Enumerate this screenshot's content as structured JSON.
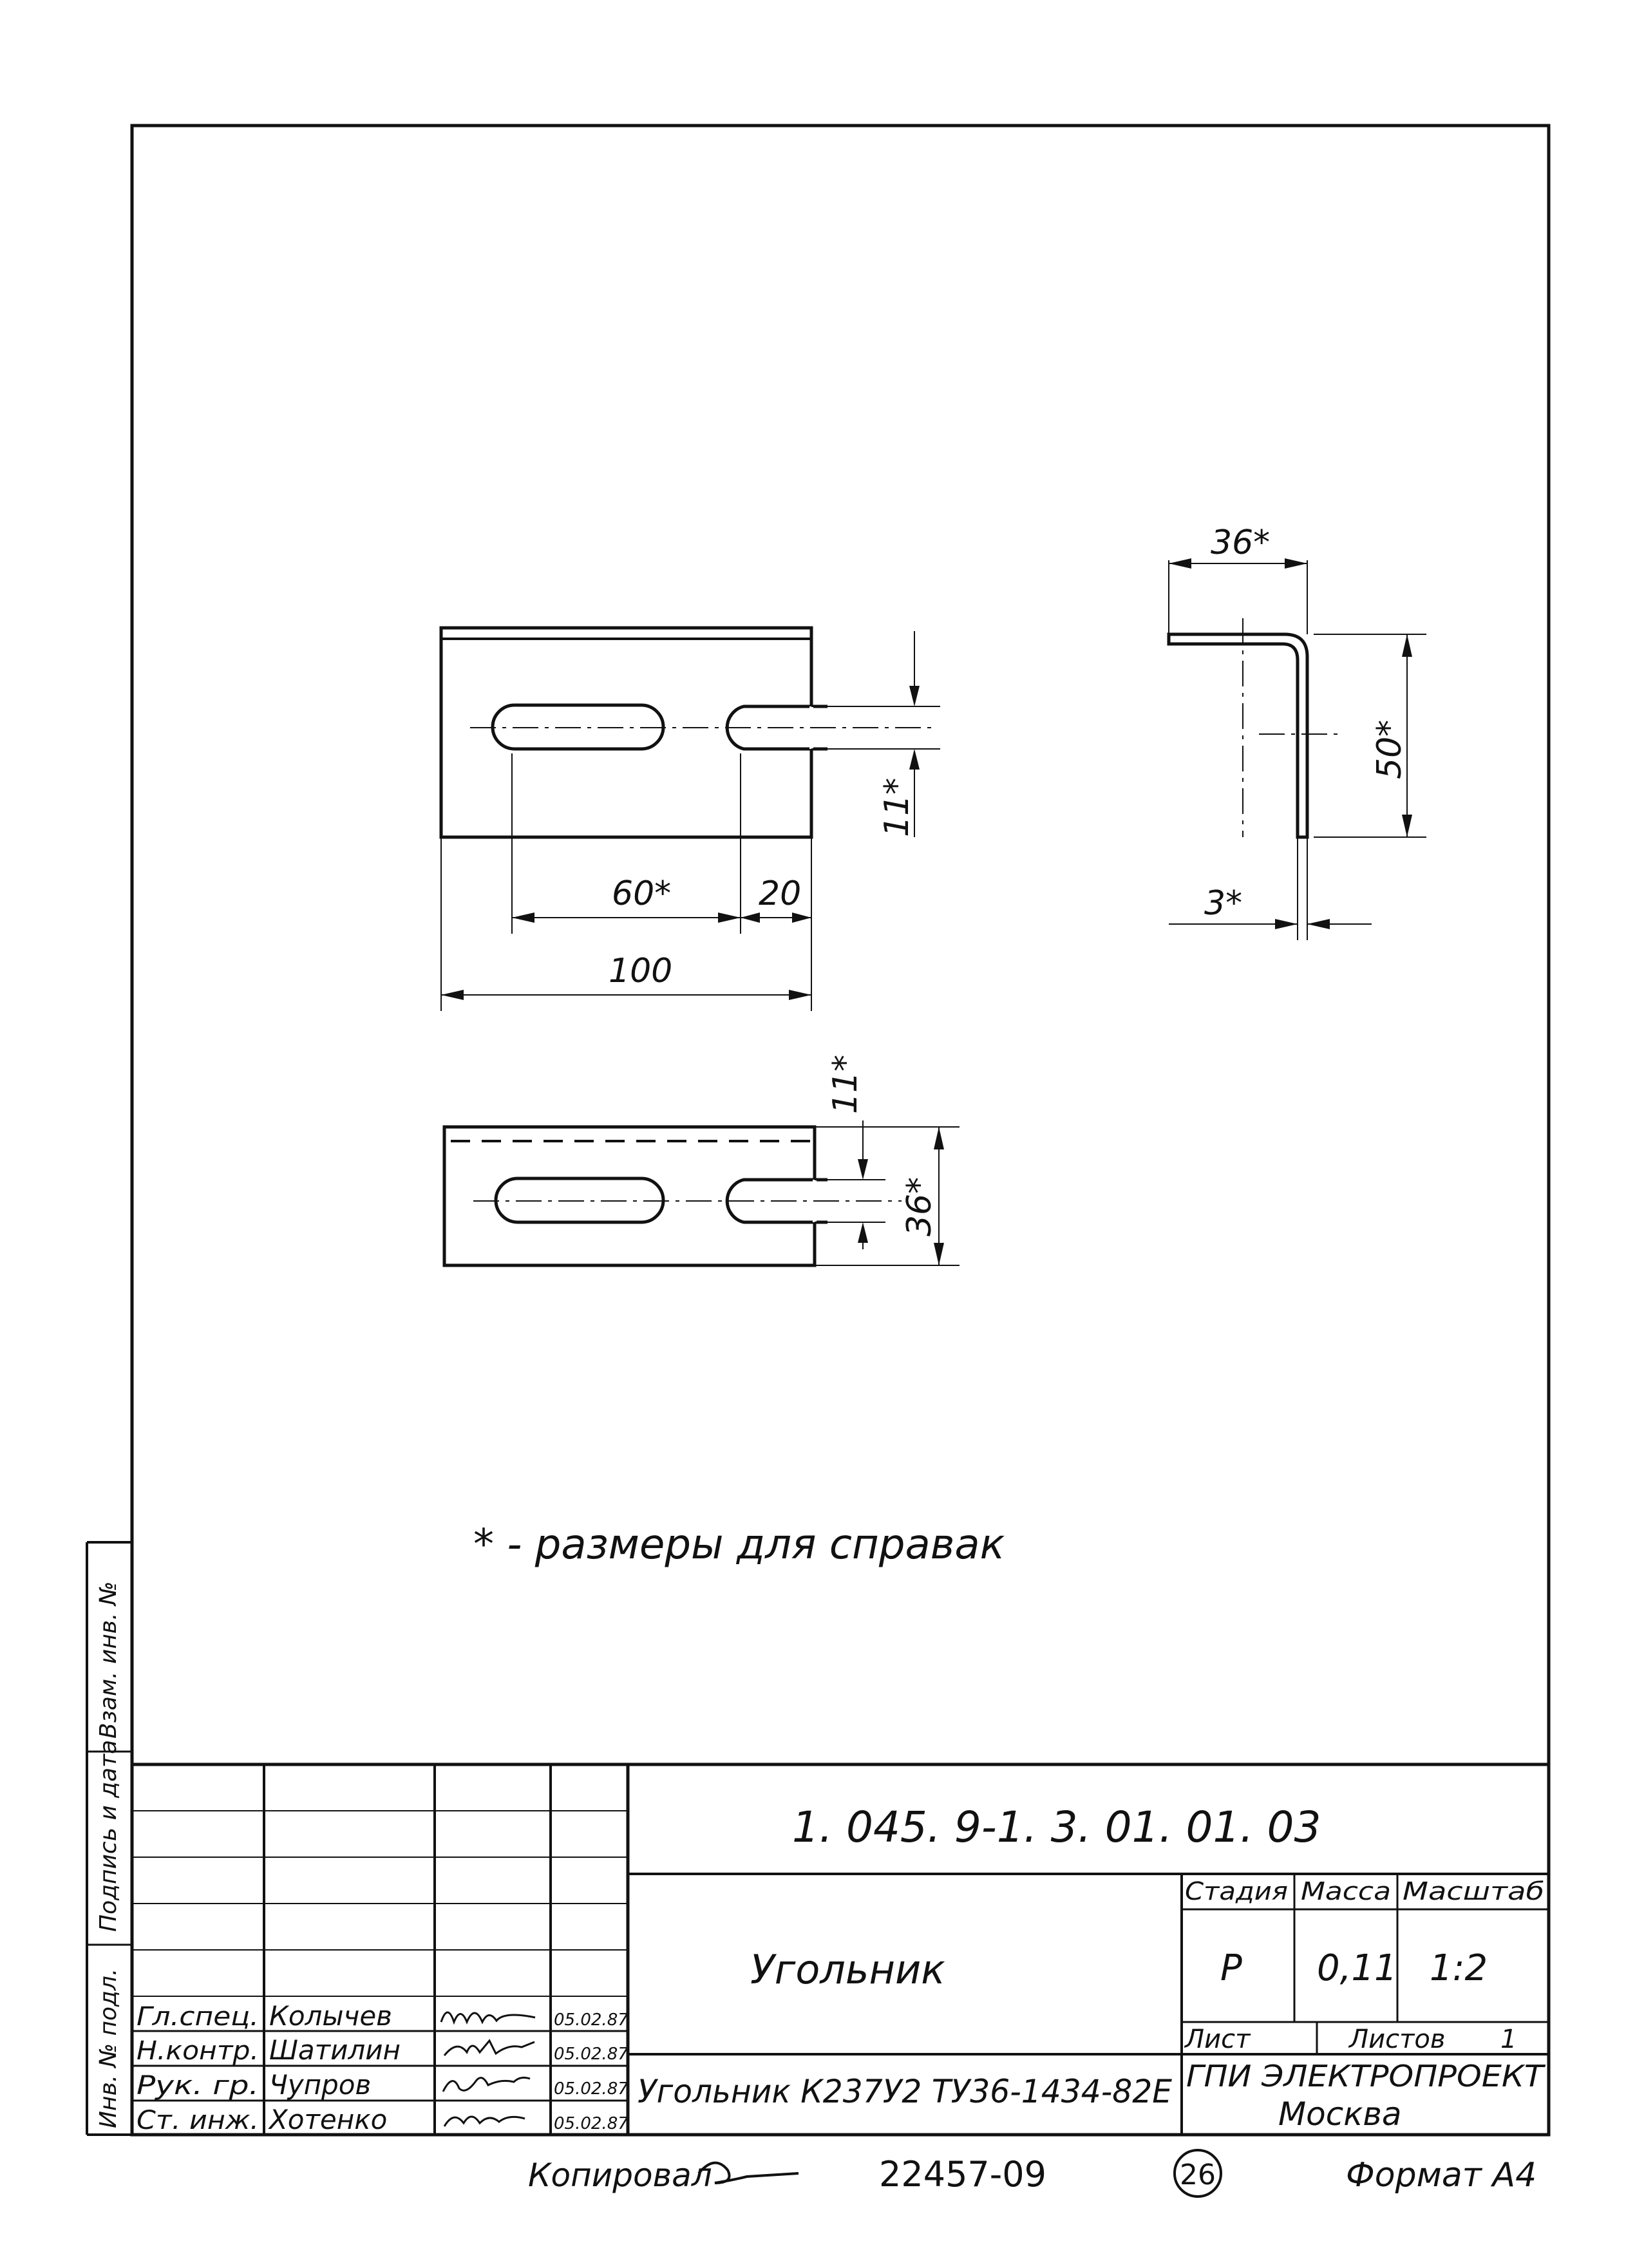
{
  "drawing": {
    "note": "* - размеры для справак",
    "dims": {
      "d60": "60*",
      "d20": "20",
      "d100": "100",
      "d11_top": "11*",
      "d11_bottom": "11*",
      "d36_bottom": "36*",
      "d36_side": "36*",
      "d50": "50*",
      "d3": "3*"
    }
  },
  "title_block": {
    "doc_number": "1. 045. 9-1. 3. 01. 01. 03",
    "name": "Угольник",
    "material": "Угольник К237У2 ТУ36-1434-82Е",
    "headers": {
      "stage": "Стадия",
      "mass": "Масса",
      "scale": "Масштаб"
    },
    "values": {
      "stage": "Р",
      "mass": "0,11",
      "scale": "1:2"
    },
    "sheet_label": "Лист",
    "sheets_label": "Листов",
    "sheets_count": "1",
    "org_line1": "ГПИ ЭЛЕКТРОПРОЕКТ",
    "org_line2": "Москва",
    "signatures": [
      {
        "role": "Гл.спец.",
        "name": "Колычев",
        "date": "05.02.87"
      },
      {
        "role": "Н.контр.",
        "name": "Шатилин",
        "date": "05.02.87"
      },
      {
        "role": "Рук. гр.",
        "name": "Чупров",
        "date": "05.02.87"
      },
      {
        "role": "Ст. инж.",
        "name": "Хотенко",
        "date": "05.02.87"
      }
    ]
  },
  "side_strip": {
    "inv_orig": "Инв. № подл.",
    "sign_date": "Подпись и дата",
    "inv_replace": "Взам. инв. №"
  },
  "footer": {
    "copied": "Копировал",
    "code": "22457-09",
    "circle_num": "26",
    "format": "Формат А4"
  }
}
